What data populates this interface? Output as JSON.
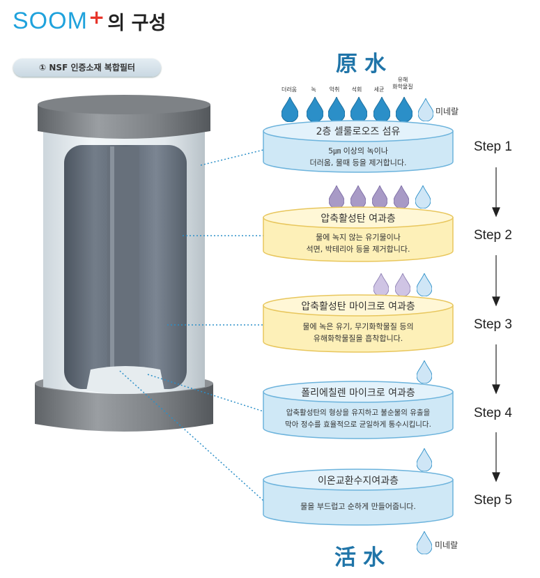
{
  "header": {
    "brand": "SOOM",
    "brand_plus": "+",
    "title_suffix": "의 구성"
  },
  "badge": {
    "label": "① NSF 인증소재 복합필터"
  },
  "raw_water": "原水",
  "treated_water": "活水",
  "contaminants": [
    "더러움",
    "녹",
    "악취",
    "석회",
    "세균",
    "유해\n화학물질"
  ],
  "mineral_label": "미네랄",
  "layers": [
    {
      "title": "2층 셀룰로오즈 섬유",
      "desc": [
        "5㎛ 이상의 녹이나",
        "더러움, 물때 등을 제거합니다."
      ]
    },
    {
      "title": "압축활성탄 여과층",
      "desc": [
        "물에 녹지 않는 유기물이나",
        "석면, 박테리아 등을 제거합니다."
      ]
    },
    {
      "title": "압축활성탄 마이크로 여과층",
      "desc": [
        "물에 녹은 유기, 무기화학물질 등의",
        "유해화학물질을 흡착합니다."
      ]
    },
    {
      "title": "폴리에칠렌 마이크로 여과층",
      "desc": [
        "압축활성탄의 형상을 유지하고 불순물의 유출을",
        "막아 정수를 효율적으로 균일하게 통수시킵니다."
      ]
    },
    {
      "title": "이온교환수지여과층",
      "desc": [
        "물을 부드럽고 순하게 만들어줍니다."
      ]
    }
  ],
  "steps": [
    "Step 1",
    "Step 2",
    "Step 3",
    "Step 4",
    "Step 5"
  ],
  "colors": {
    "blue_drop": "#2b8fc8",
    "purple_drop": "#a89ac6",
    "light_drop": "#cfe6f6",
    "blue_disk": "#cfe8f6",
    "yellow_disk": "#fdf0b8"
  }
}
